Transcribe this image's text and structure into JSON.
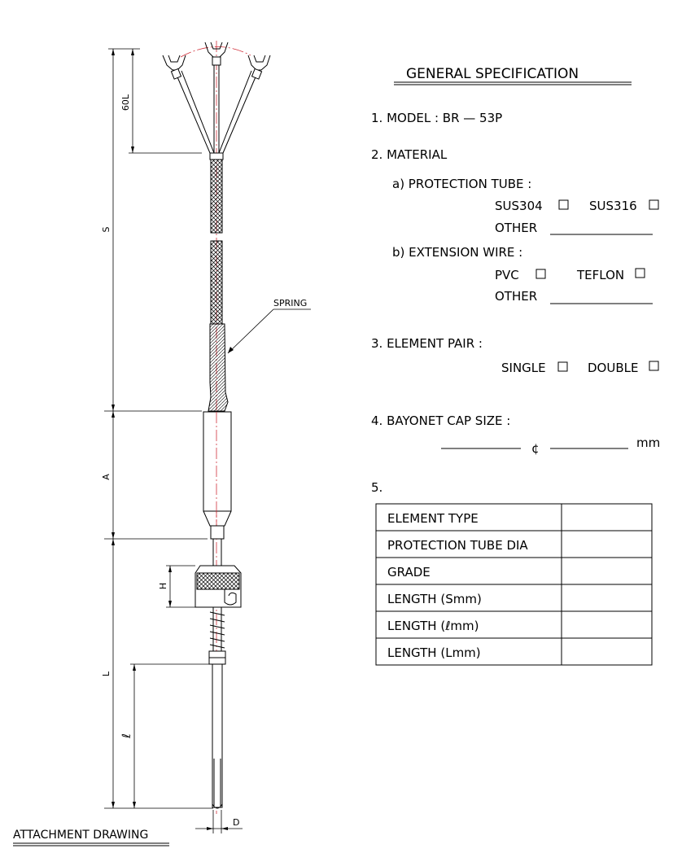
{
  "title": "GENERAL SPECIFICATION",
  "attachment_title": "ATTACHMENT DRAWING",
  "drawing_labels": {
    "dim_60l": "60L",
    "dim_s": "S",
    "dim_a": "A",
    "dim_h": "H",
    "dim_l": "L",
    "dim_l_small": "ℓ",
    "dim_d": "D",
    "spring": "SPRING"
  },
  "spec": {
    "model": "1.  MODEL  :  BR  —  53P",
    "material": "2.  MATERIAL",
    "protection_tube": "a)  PROTECTION  TUBE  :",
    "sus304": "SUS304",
    "sus316": "SUS316",
    "other": "OTHER",
    "extension_wire": "b)  EXTENSION  WIRE  :",
    "pvc": "PVC",
    "teflon": "TEFLON",
    "other2": "OTHER",
    "element_pair": "3.  ELEMENT  PAIR  :",
    "single": "SINGLE",
    "double": "DOUBLE",
    "bayonet": "4.  BAYONET  CAP  SIZE  :",
    "phi": "¢",
    "mm": "mm",
    "item5": "5."
  },
  "table": {
    "rows": [
      {
        "label": "ELEMENT  TYPE",
        "value": ""
      },
      {
        "label": "PROTECTION  TUBE  DIA",
        "value": ""
      },
      {
        "label": "GRADE",
        "value": ""
      },
      {
        "label": "LENGTH  (Smm)",
        "value": ""
      },
      {
        "label": "LENGTH  (ℓmm)",
        "value": ""
      },
      {
        "label": "LENGTH  (Lmm)",
        "value": ""
      }
    ]
  }
}
